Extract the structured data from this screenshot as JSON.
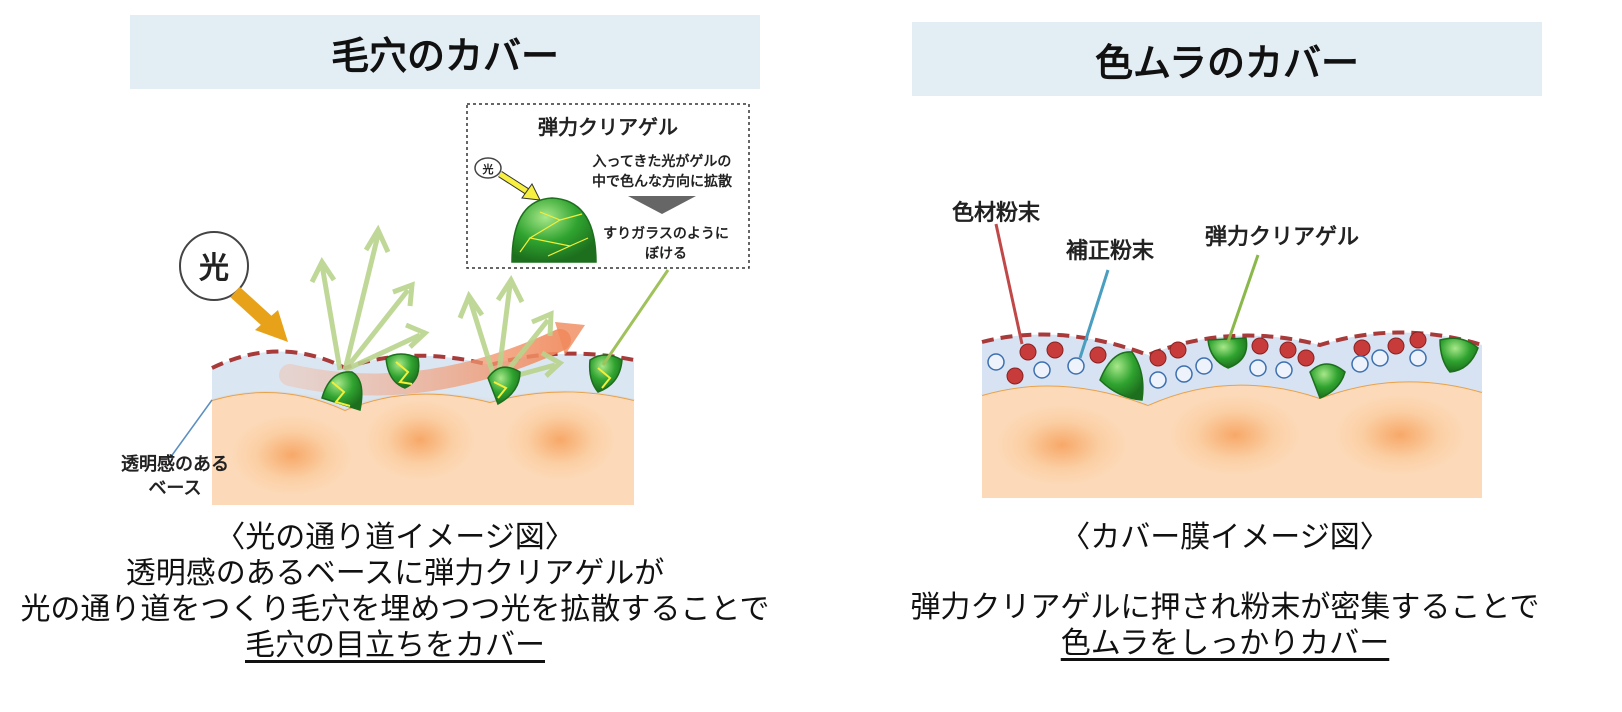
{
  "left": {
    "title": "毛穴のカバー",
    "light_label": "光",
    "base_label_line1": "透明感のある",
    "base_label_line2": "ベース",
    "inset": {
      "title": "弾力クリアゲル",
      "light_label": "光",
      "desc_line1": "入ってきた光がゲルの",
      "desc_line2": "中で色んな方向に拡散",
      "result_line1": "すりガラスのように",
      "result_line2": "ぼける"
    },
    "caption_line1": "〈光の通り道イメージ図〉",
    "caption_line2": "透明感のあるベースに弾力クリアゲルが",
    "caption_line3": "光の通り道をつくり毛穴を埋めつつ光を拡散することで",
    "caption_line4": "毛穴の目立ちをカバー"
  },
  "right": {
    "title": "色ムラのカバー",
    "label_pigment": "色材粉末",
    "label_correction": "補正粉末",
    "label_gel": "弾力クリアゲル",
    "caption_line1": "〈カバー膜イメージ図〉",
    "caption_line2": "弾力クリアゲルに押され粉末が密集することで",
    "caption_line3": "色ムラをしっかりカバー"
  },
  "colors": {
    "title_bg": "#e3edf4",
    "skin": "#fbd8b5",
    "film": "#d7e3f2",
    "dashed_line": "#a83a3a",
    "gel_green": "#2fa32f",
    "arrow_orange": "#e8a21a",
    "arrow_green_light": "#b9d48c",
    "pigment_red": "#c73b3b",
    "correction_blue": "#ffffff"
  }
}
